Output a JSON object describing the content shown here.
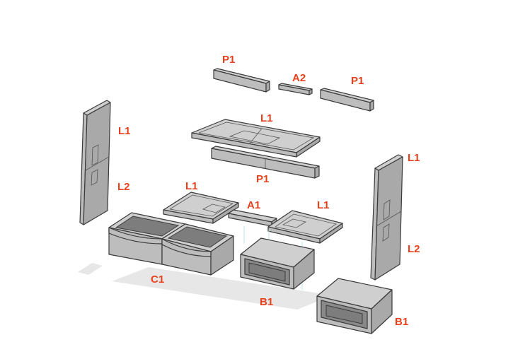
{
  "labels": {
    "p1_top_left": "P1",
    "a2": "A2",
    "p1_top_right": "P1",
    "l1_center": "L1",
    "p1_center": "P1",
    "l1_left_panel": "L1",
    "l2_left_panel": "L2",
    "l1_small_left": "L1",
    "a1": "A1",
    "l1_small_right": "L1",
    "l1_right_panel": "L1",
    "l2_right_panel": "L2",
    "c1": "C1",
    "b1_center": "B1",
    "b1_right": "B1"
  },
  "colors": {
    "label": "#e8401c",
    "part_top": "#cfcfcf",
    "part_side": "#a9a9a9",
    "outline": "#3a3a3a",
    "shadow": "#e7e7e7"
  }
}
